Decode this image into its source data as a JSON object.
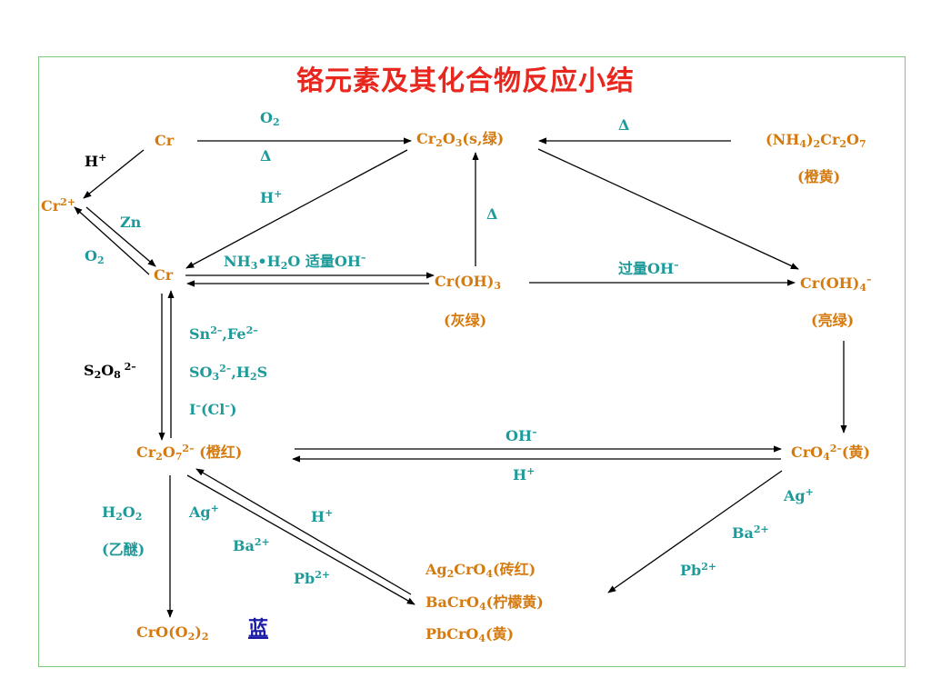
{
  "title": "铬元素及其化合物反应小结",
  "species": {
    "cr": "Cr",
    "cr_mid": "Cr",
    "cr2plus": [
      "Cr",
      "2+"
    ],
    "cr2o3": [
      "Cr",
      "2",
      "O",
      "3",
      "(s,绿)"
    ],
    "nh4_2cr2o7": [
      "(NH",
      "4",
      ")",
      "2",
      "Cr",
      "2",
      "O",
      "7"
    ],
    "nh4_2cr2o7_note": "(橙黄)",
    "croh3": [
      "Cr(OH)",
      "3"
    ],
    "croh3_note": "(灰绿)",
    "croh4": [
      "Cr(OH)",
      "4",
      "–"
    ],
    "croh4_note": "(亮绿)",
    "cr2o7": [
      "Cr",
      "2",
      "O",
      "7",
      "2–",
      " (橙红)"
    ],
    "cro4": [
      "CrO",
      "4",
      "2–",
      "(黄)"
    ],
    "cro_o2_2": [
      "CrO(O",
      "2",
      ")",
      "2"
    ],
    "blue": "蓝",
    "ag2cro4": [
      "Ag",
      "2",
      "CrO",
      "4",
      "(砖红)"
    ],
    "bacro4": [
      "BaCrO",
      "4",
      "(柠檬黄)"
    ],
    "pbcro4": [
      "PbCrO",
      "4",
      "(黄)"
    ]
  },
  "reagents": {
    "o2_top": [
      "O",
      "2"
    ],
    "delta_top": "Δ",
    "hplus_top": [
      "H",
      "+"
    ],
    "delta_right": "Δ",
    "hplus_left": [
      "H",
      "+"
    ],
    "zn": "Zn",
    "o2_left": [
      "O",
      "2"
    ],
    "delta_mid": "Δ",
    "nh3_h2o": [
      "NH",
      "3",
      "•H",
      "2",
      "O 适量OH",
      "–"
    ],
    "excess_oh": [
      "过量OH",
      "–"
    ],
    "s2o8": [
      "S",
      "2",
      "O",
      "8",
      " 2–"
    ],
    "sn_fe": [
      "Sn",
      "2–",
      ",Fe",
      "2–"
    ],
    "so3_h2s": [
      "SO",
      "3",
      "2–",
      ",H",
      "2",
      "S"
    ],
    "i_cl": [
      "I",
      "–",
      "(Cl",
      "–",
      ")"
    ],
    "oh_minus": [
      "OH",
      "–"
    ],
    "hplus_mid": [
      "H",
      "+"
    ],
    "h2o2": [
      "H",
      "2",
      "O",
      "2"
    ],
    "ether": "(乙醚)",
    "ag_left": [
      "Ag",
      "+"
    ],
    "ba_left": [
      "Ba",
      "2+"
    ],
    "hplus_low": [
      "H",
      "+"
    ],
    "pb_left": [
      "Pb",
      "2+"
    ],
    "ag_right": [
      "Ag",
      "+"
    ],
    "ba_right": [
      "Ba",
      "2+"
    ],
    "pb_right": [
      "Pb",
      "2+"
    ]
  }
}
